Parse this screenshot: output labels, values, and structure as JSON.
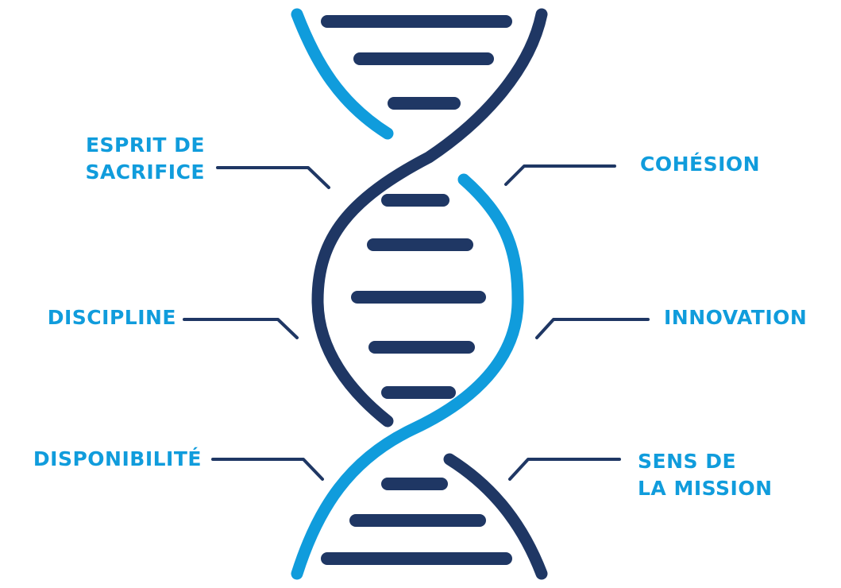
{
  "colors": {
    "dark_strand": "#1f3764",
    "light_strand": "#109cdc",
    "label_text": "#109cdc",
    "connector": "#1f3764",
    "background": "#ffffff"
  },
  "labels": {
    "esprit_de_sacrifice": {
      "line1": "ESPRIT DE",
      "line2": "SACRIFICE"
    },
    "discipline": {
      "line1": "DISCIPLINE"
    },
    "disponibilite": {
      "line1": "DISPONIBILITÉ"
    },
    "cohesion": {
      "line1": "COHÉSION"
    },
    "innovation": {
      "line1": "INNOVATION"
    },
    "sens_de_la_mission": {
      "line1": "SENS DE",
      "line2": "LA MISSION"
    }
  }
}
